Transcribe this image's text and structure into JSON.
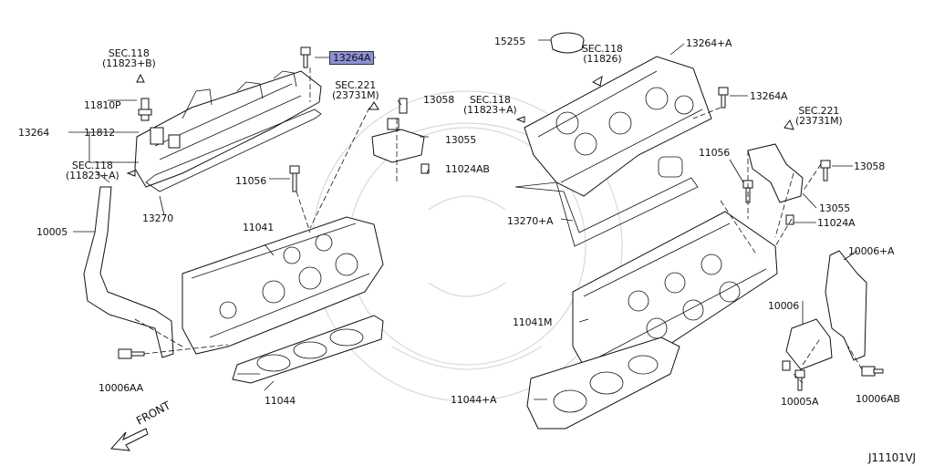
{
  "diagram_id": "J11101VJ",
  "front_label": "FRONT",
  "labels": {
    "sec118_top": [
      "SEC.118",
      "(11823+B)"
    ],
    "sec118_left": [
      "SEC.118",
      "(11823+A)"
    ],
    "sec221_mid": [
      "SEC.221",
      "(23731M)"
    ],
    "sec118_right_top": [
      "SEC.118",
      "(11826)"
    ],
    "sec118_right_mid": [
      "SEC.118",
      "(11823+A)"
    ],
    "sec221_right": [
      "SEC.221",
      "(23731M)"
    ],
    "p13264A_highlight": "13264A",
    "p11810P": "11810P",
    "p13264": "13264",
    "p11812": "11812",
    "p13270": "13270",
    "p10005": "10005",
    "p11056_left": "11056",
    "p11041": "11041",
    "p10006AA": "10006AA",
    "p11044": "11044",
    "p13058_left": "13058",
    "p13055_left": "13055",
    "p11024AB": "11024AB",
    "p15255": "15255",
    "p13264_A": "13264+A",
    "p13264A_right": "13264A",
    "p11056_right": "11056",
    "p13058_right": "13058",
    "p13055_right": "13055",
    "p11024A": "11024A",
    "p13270_A": "13270+A",
    "p11041M": "11041M",
    "p10006_A": "10006+A",
    "p10006": "10006",
    "p10005A": "10005A",
    "p10006AB": "10006AB",
    "p11044_A": "11044+A"
  },
  "colors": {
    "highlight": "#8f8fd6",
    "ink": "#111111",
    "watermark": "#d9d9d9"
  }
}
